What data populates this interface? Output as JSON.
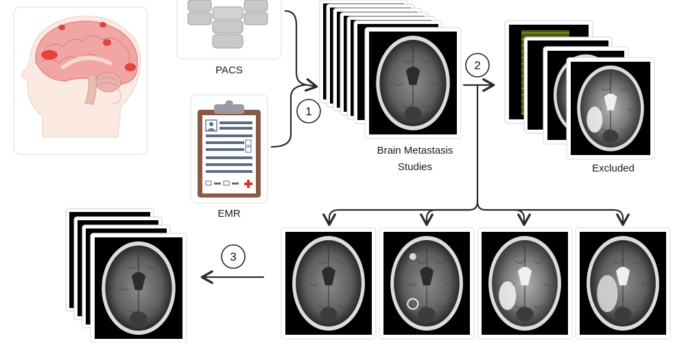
{
  "sources": {
    "pacs_label": "PACS",
    "emr_label": "EMR"
  },
  "steps": [
    "1",
    "2",
    "3"
  ],
  "studies_label_line1": "Brain Metastasis",
  "studies_label_line2": "Studies",
  "excluded_label": "Excluded",
  "sequence_count": 4,
  "colors": {
    "arrow": "#2b2b2b",
    "lesion": "#e0302c",
    "clipboard_brown": "#8a5a44",
    "pacs_gray": "#c9c9cc"
  }
}
